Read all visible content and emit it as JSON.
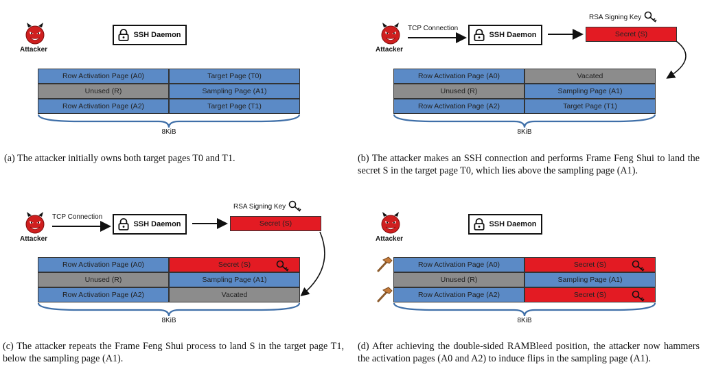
{
  "attacker_label": "Attacker",
  "daemon_label": "SSH Daemon",
  "tcp_label": "TCP Connection",
  "rsa_label": "RSA Signing Key",
  "secret_label": "Secret (S)",
  "size_label": "8KiB",
  "panels": {
    "a": {
      "rows": [
        [
          "Row Activation Page (A0)",
          "Target Page (T0)"
        ],
        [
          "Unused (R)",
          "Sampling Page (A1)"
        ],
        [
          "Row Activation Page (A2)",
          "Target Page (T1)"
        ]
      ],
      "caption": "(a) The attacker initially owns both target pages T0 and T1."
    },
    "b": {
      "rows": [
        [
          "Row Activation Page (A0)",
          "Vacated"
        ],
        [
          "Unused (R)",
          "Sampling Page (A1)"
        ],
        [
          "Row Activation Page (A2)",
          "Target Page (T1)"
        ]
      ],
      "caption": "(b) The attacker makes an SSH connection and performs Frame Feng Shui to land the secret S in the target page T0, which lies above the sampling page (A1)."
    },
    "c": {
      "rows": [
        [
          "Row Activation Page (A0)",
          "Secret (S)"
        ],
        [
          "Unused (R)",
          "Sampling Page (A1)"
        ],
        [
          "Row Activation Page (A2)",
          "Vacated"
        ]
      ],
      "caption": "(c) The attacker repeats the Frame Feng Shui process to land S in the target page T1, below the sampling page (A1)."
    },
    "d": {
      "rows": [
        [
          "Row Activation Page (A0)",
          "Secret (S)"
        ],
        [
          "Unused (R)",
          "Sampling Page (A1)"
        ],
        [
          "Row Activation Page (A2)",
          "Secret (S)"
        ]
      ],
      "caption": "(d) After achieving the double-sided RAMBleed position, the attacker now hammers the activation pages (A0 and A2) to induce flips in the sampling page (A1)."
    }
  },
  "colors": {
    "page_blue": "#5b8ac6",
    "page_gray": "#8c8c8c",
    "secret_red": "#e31b23",
    "brace_blue": "#3f6fa8"
  }
}
